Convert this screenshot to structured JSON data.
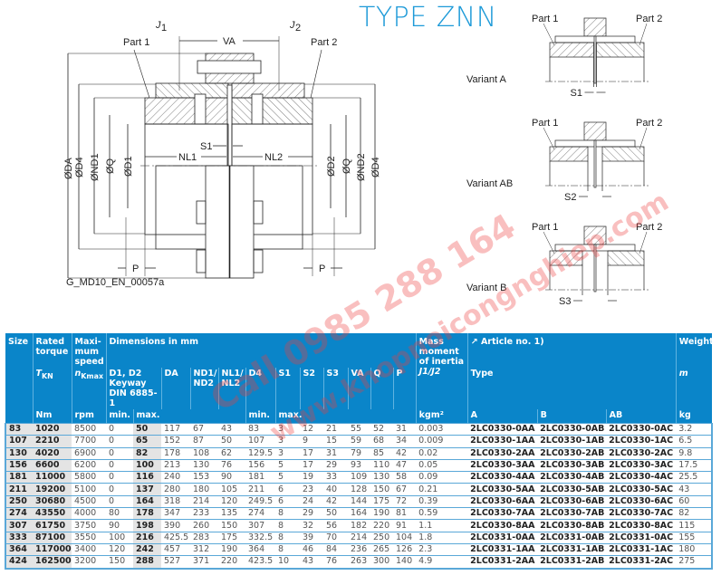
{
  "title": "TYPE ZNN",
  "drawing": {
    "labels": {
      "j1": "J",
      "j1_sub": "1",
      "j2": "J",
      "j2_sub": "2",
      "part1": "Part 1",
      "part2": "Part 2",
      "va": "VA",
      "s1": "S1",
      "nl1": "NL1",
      "nl2": "NL2",
      "da": "ØDA",
      "d4": "ØD4",
      "nd1": "ØND1",
      "q": "ØQ",
      "d1": "ØD1",
      "d2": "ØD2",
      "nd2": "ØND2",
      "p": "P",
      "caption": "G_MD10_EN_00057a"
    },
    "variants": [
      {
        "name": "Variant A",
        "gap_label": "S1",
        "part1": "Part 1",
        "part2": "Part 2"
      },
      {
        "name": "Variant AB",
        "gap_label": "S2",
        "part1": "Part 1",
        "part2": "Part 2"
      },
      {
        "name": "Variant B",
        "gap_label": "S3",
        "part1": "Part 1",
        "part2": "Part 2"
      }
    ]
  },
  "watermark": {
    "phone": "Call 0985 288 164",
    "site": "www.khopnoicongnghiep.com"
  },
  "table": {
    "header": {
      "size": "Size",
      "torque": "Rated torque",
      "torque_sym": "T",
      "torque_sub": "KN",
      "torque_unit": "Nm",
      "speed": "Maxi-mum speed",
      "speed_sym": "n",
      "speed_sub": "Kmax",
      "speed_unit": "rpm",
      "dims": "Dimensions in mm",
      "keyway": "D1, D2 Keyway DIN 6885-1",
      "min": "min.",
      "max": "max.",
      "da": "DA",
      "nd": "ND1/ ND2",
      "nl": "NL1/ NL2",
      "d4": "D4",
      "d4_unit": "min.",
      "s1": "S1",
      "s1_unit": "max.",
      "s2": "S2",
      "s3": "S3",
      "va": "VA",
      "q": "Q",
      "p": "P",
      "mass": "Mass moment of inertia",
      "mass_sym": "J1/J2",
      "mass_unit": "kgm²",
      "article": "↗ Article no. 1)",
      "type": "Type",
      "a": "A",
      "b": "B",
      "ab": "AB",
      "weight": "Weight",
      "weight_sym": "m",
      "weight_unit": "kg"
    },
    "rows": [
      [
        "83",
        "1020",
        "8500",
        "0",
        "50",
        "117",
        "67",
        "43",
        "83",
        "3",
        "12",
        "21",
        "55",
        "52",
        "31",
        "0.003",
        "2LC0330-0AA",
        "2LC0330-0AB",
        "2LC0330-0AC",
        "3.2"
      ],
      [
        "107",
        "2210",
        "7700",
        "0",
        "65",
        "152",
        "87",
        "50",
        "107",
        "3",
        "9",
        "15",
        "59",
        "68",
        "34",
        "0.009",
        "2LC0330-1AA",
        "2LC0330-1AB",
        "2LC0330-1AC",
        "6.5"
      ],
      [
        "130",
        "4020",
        "6900",
        "0",
        "82",
        "178",
        "108",
        "62",
        "129.5",
        "3",
        "17",
        "31",
        "79",
        "85",
        "42",
        "0.02",
        "2LC0330-2AA",
        "2LC0330-2AB",
        "2LC0330-2AC",
        "9.8"
      ],
      [
        "156",
        "6600",
        "6200",
        "0",
        "100",
        "213",
        "130",
        "76",
        "156",
        "5",
        "17",
        "29",
        "93",
        "110",
        "47",
        "0.05",
        "2LC0330-3AA",
        "2LC0330-3AB",
        "2LC0330-3AC",
        "17.5"
      ],
      [
        "181",
        "11000",
        "5800",
        "0",
        "116",
        "240",
        "153",
        "90",
        "181",
        "5",
        "19",
        "33",
        "109",
        "130",
        "58",
        "0.09",
        "2LC0330-4AA",
        "2LC0330-4AB",
        "2LC0330-4AC",
        "25.5"
      ],
      [
        "211",
        "19200",
        "5100",
        "0",
        "137",
        "280",
        "180",
        "105",
        "211",
        "6",
        "23",
        "40",
        "128",
        "150",
        "67",
        "0.21",
        "2LC0330-5AA",
        "2LC0330-5AB",
        "2LC0330-5AC",
        "43"
      ],
      [
        "250",
        "30680",
        "4500",
        "0",
        "164",
        "318",
        "214",
        "120",
        "249.5",
        "6",
        "24",
        "42",
        "144",
        "175",
        "72",
        "0.39",
        "2LC0330-6AA",
        "2LC0330-6AB",
        "2LC0330-6AC",
        "60"
      ],
      [
        "274",
        "43550",
        "4000",
        "80",
        "178",
        "347",
        "233",
        "135",
        "274",
        "8",
        "29",
        "50",
        "164",
        "190",
        "81",
        "0.59",
        "2LC0330-7AA",
        "2LC0330-7AB",
        "2LC0330-7AC",
        "82"
      ],
      [
        "307",
        "61750",
        "3750",
        "90",
        "198",
        "390",
        "260",
        "150",
        "307",
        "8",
        "32",
        "56",
        "182",
        "220",
        "91",
        "1.1",
        "2LC0330-8AA",
        "2LC0330-8AB",
        "2LC0330-8AC",
        "115"
      ],
      [
        "333",
        "87100",
        "3550",
        "100",
        "216",
        "425.5",
        "283",
        "175",
        "332.5",
        "8",
        "39",
        "70",
        "214",
        "250",
        "104",
        "1.8",
        "2LC0331-0AA",
        "2LC0331-0AB",
        "2LC0331-0AC",
        "155"
      ],
      [
        "364",
        "117000",
        "3400",
        "120",
        "242",
        "457",
        "312",
        "190",
        "364",
        "8",
        "46",
        "84",
        "236",
        "265",
        "126",
        "2.3",
        "2LC0331-1AA",
        "2LC0331-1AB",
        "2LC0331-1AC",
        "180"
      ],
      [
        "424",
        "162500",
        "3200",
        "150",
        "288",
        "527",
        "371",
        "220",
        "423.5",
        "10",
        "43",
        "76",
        "263",
        "300",
        "140",
        "4.9",
        "2LC0331-2AA",
        "2LC0331-2AB",
        "2LC0331-2AC",
        "275"
      ]
    ]
  }
}
